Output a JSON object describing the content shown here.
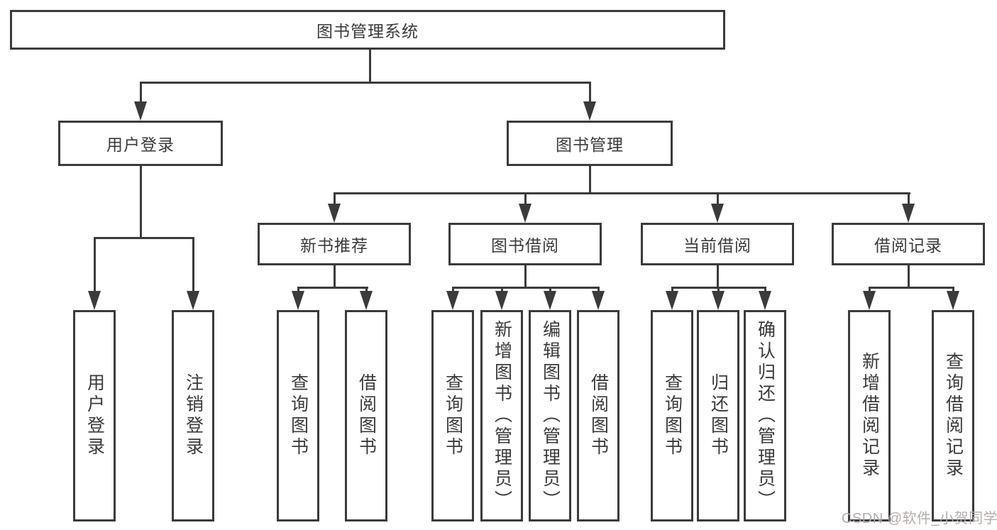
{
  "colors": {
    "line": "#3b3b3b",
    "text": "#3a3a3a",
    "background": "#ffffff",
    "watermark": "#b5acac"
  },
  "watermark": "CSDN @软件_小贺同学",
  "tree": {
    "root": "图书管理系统",
    "branches": [
      {
        "label": "用户登录",
        "children": [
          "用户登录",
          "注销登录"
        ]
      },
      {
        "label": "图书管理",
        "groups": [
          {
            "label": "新书推荐",
            "children": [
              "查询图书",
              "借阅图书"
            ]
          },
          {
            "label": "图书借阅",
            "children": [
              "查询图书",
              "新增图书（管理员）",
              "编辑图书（管理员）",
              "借阅图书"
            ]
          },
          {
            "label": "当前借阅",
            "children": [
              "查询图书",
              "归还图书",
              "确认归还（管理员）"
            ]
          },
          {
            "label": "借阅记录",
            "children": [
              "新增借阅记录",
              "查询借阅记录"
            ]
          }
        ]
      }
    ]
  }
}
